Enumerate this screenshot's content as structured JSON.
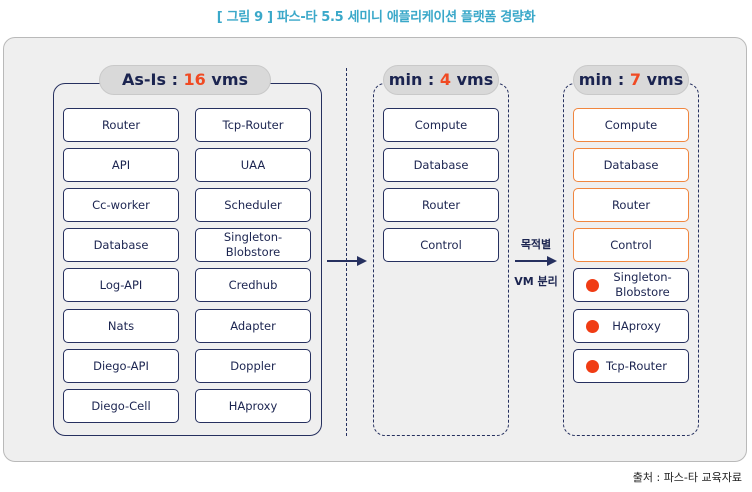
{
  "title": "[ 그림 9 ] 파스-타 5.5 세미니 애플리케이션 플랫폼 경량화",
  "asis": {
    "label": "As-Is : ",
    "count": "16",
    "unit": " vms",
    "col1": [
      "Router",
      "API",
      "Cc-worker",
      "Database",
      "Log-API",
      "Nats",
      "Diego-API",
      "Diego-Cell"
    ],
    "col2": [
      "Tcp-Router",
      "UAA",
      "Scheduler",
      "Singleton-Blobstore",
      "Credhub",
      "Adapter",
      "Doppler",
      "HAproxy"
    ]
  },
  "min4": {
    "label": "min : ",
    "count": "4",
    "unit": " vms",
    "items": [
      "Compute",
      "Database",
      "Router",
      "Control"
    ]
  },
  "arrow2": {
    "line1": "목적별",
    "line2": "VM 분리"
  },
  "min7": {
    "label": "min : ",
    "count": "7",
    "unit": " vms",
    "items": [
      "Compute",
      "Database",
      "Router",
      "Control"
    ],
    "extra_items": [
      "Singleton-Blobstore",
      "HAproxy",
      "Tcp-Router"
    ]
  },
  "source": "출처 : 파스-타 교육자료",
  "colors": {
    "navy": "#26305f",
    "orange": "#f0863f",
    "red": "#f03c14",
    "title": "#3aa8c9"
  }
}
